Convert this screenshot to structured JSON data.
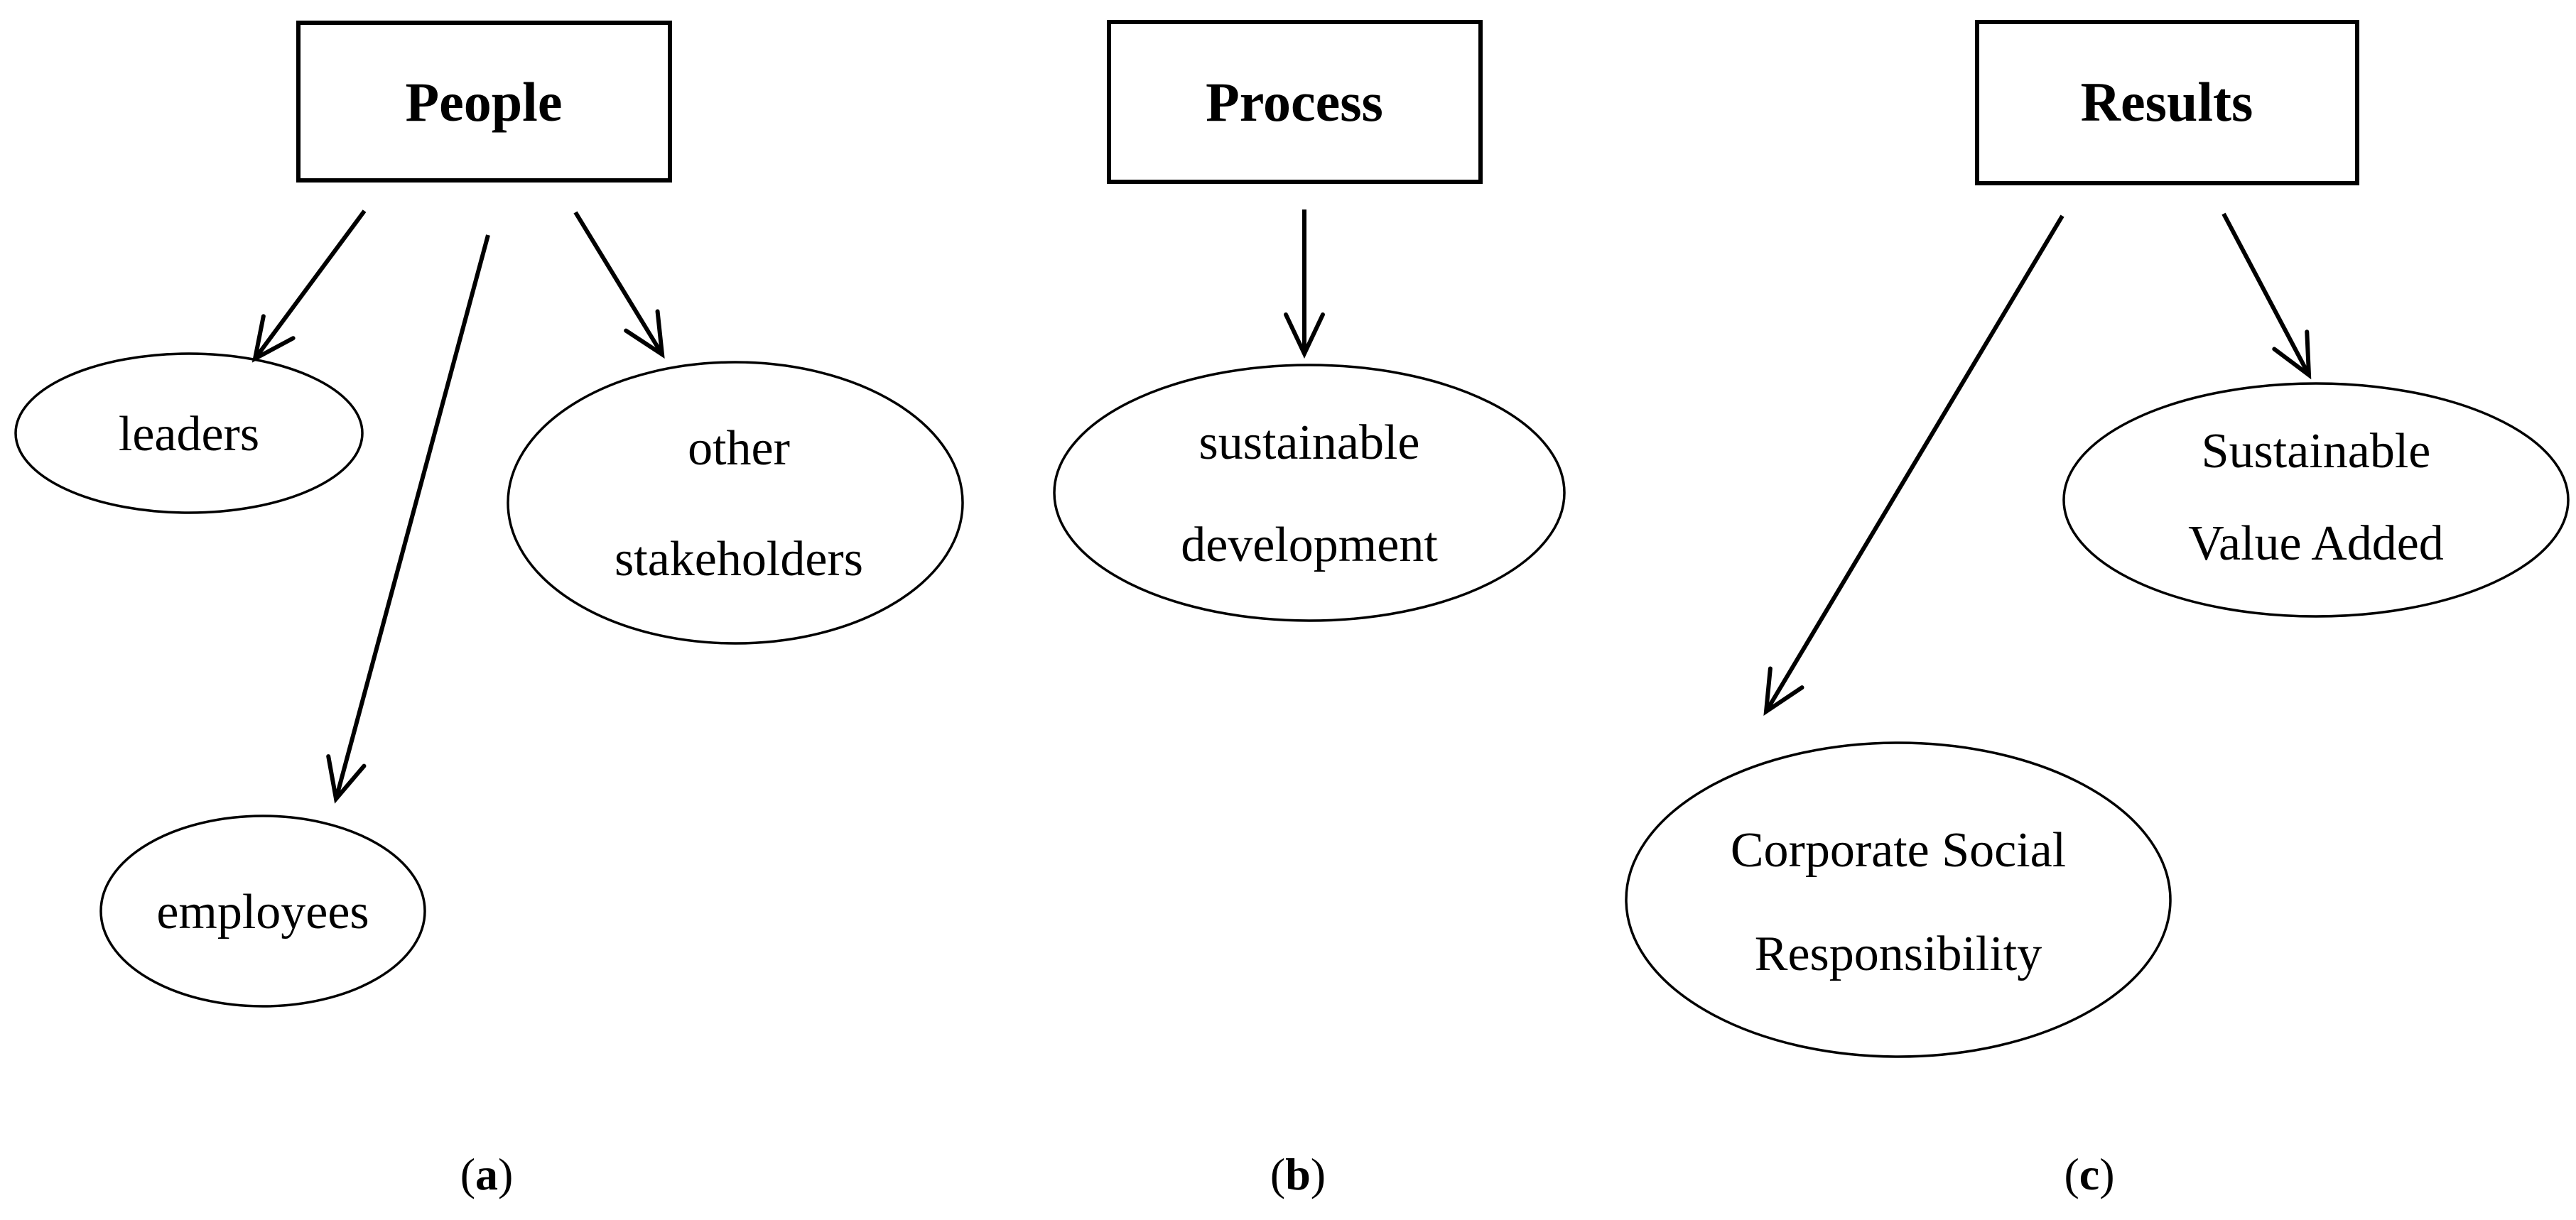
{
  "colors": {
    "background": "#ffffff",
    "ink": "#000000"
  },
  "figure": {
    "type": "flow-diagram",
    "panels": [
      {
        "caption": {
          "open": "(",
          "letter": "a",
          "close": ")"
        },
        "box": {
          "label": "People"
        },
        "nodes": {
          "leaders": {
            "line1": "leaders"
          },
          "other_stakeholders": {
            "line1": "other",
            "line2": "stakeholders"
          },
          "employees": {
            "line1": "employees"
          }
        },
        "edges": [
          {
            "from": "People",
            "to": "leaders"
          },
          {
            "from": "People",
            "to": "employees"
          },
          {
            "from": "People",
            "to": "other stakeholders"
          }
        ]
      },
      {
        "caption": {
          "open": "(",
          "letter": "b",
          "close": ")"
        },
        "box": {
          "label": "Process"
        },
        "nodes": {
          "sustainable_development": {
            "line1": "sustainable",
            "line2": "development"
          }
        },
        "edges": [
          {
            "from": "Process",
            "to": "sustainable development"
          }
        ]
      },
      {
        "caption": {
          "open": "(",
          "letter": "c",
          "close": ")"
        },
        "box": {
          "label": "Results"
        },
        "nodes": {
          "sustainable_value_added": {
            "line1": "Sustainable",
            "line2": "Value Added"
          },
          "corporate_social_responsibility": {
            "line1": "Corporate Social",
            "line2": "Responsibility"
          }
        },
        "edges": [
          {
            "from": "Results",
            "to": "Corporate Social Responsibility"
          },
          {
            "from": "Results",
            "to": "Sustainable Value Added"
          }
        ]
      }
    ]
  }
}
